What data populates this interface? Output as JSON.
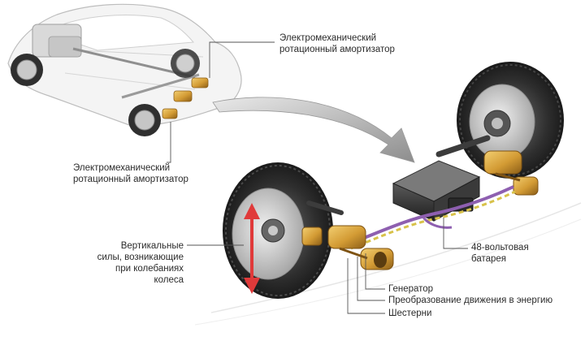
{
  "labels": {
    "shock_top_line1": "Электромеханический",
    "shock_top_line2": "ротационный амортизатор",
    "shock_left_line1": "Электромеханический",
    "shock_left_line2": "ротационный амортизатор",
    "forces_line1": "Вертикальные",
    "forces_line2": "силы, возникающие",
    "forces_line3": "при колебаниях",
    "forces_line4": "колеса",
    "battery_line1": "48-вольтовая",
    "battery_line2": "батарея",
    "generator": "Генератор",
    "conversion": "Преобразование движения в энергию",
    "gears": "Шестерни"
  },
  "icons": {
    "car": "car-icon",
    "wheel": "wheel-icon",
    "battery": "battery-icon",
    "arrow": "arrow-icon"
  },
  "colors": {
    "shock_absorber": "#d9a441",
    "force_arrow": "#e03a3a",
    "cable_purple": "#8e5fb0",
    "cable_yellow": "#d8c24a",
    "leader_line": "#555555"
  }
}
